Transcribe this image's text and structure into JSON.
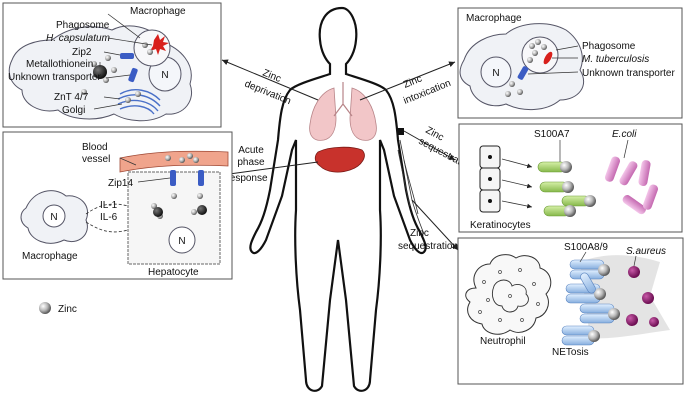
{
  "panels": {
    "macrophage_deprivation": {
      "title": "Macrophage",
      "phagosome": "Phagosome",
      "pathogen": "H. capsulatum",
      "zip2": "Zip2",
      "metallothionein": "Metallothionein",
      "unknown_transporter": "Unknown transporter",
      "znt": "ZnT 4/7",
      "golgi": "Golgi",
      "nucleus": "N"
    },
    "macrophage_intoxication": {
      "title": "Macrophage",
      "phagosome": "Phagosome",
      "pathogen": "M. tuberculosis",
      "unknown_transporter": "Unknown transporter",
      "nucleus": "N"
    },
    "hepatocyte": {
      "blood_vessel_line1": "Blood",
      "blood_vessel_line2": "vessel",
      "zip14": "Zip14",
      "il1": "IL-1",
      "il6": "IL-6",
      "macrophage": "Macrophage",
      "hepatocyte": "Hepatocyte",
      "nucleus_macrophage": "N",
      "nucleus_hepatocyte": "N"
    },
    "keratinocytes": {
      "protein": "S100A7",
      "bacteria": "E.coli",
      "cells": "Keratinocytes"
    },
    "neutrophil": {
      "protein": "S100A8/9",
      "bacteria": "S.aureus",
      "neutrophil": "Neutrophil",
      "netosis": "NETosis"
    }
  },
  "arrows": {
    "zinc_deprivation": {
      "line1": "Zinc",
      "line2": "deprivation"
    },
    "zinc_intoxication": {
      "line1": "Zinc",
      "line2": "intoxication"
    },
    "zinc_sequestration_skin": {
      "line1": "Zinc",
      "line2": "sequestration"
    },
    "acute_phase": {
      "line1": "Acute",
      "line2": "phase",
      "line3": "response"
    },
    "zinc_sequestration_neutrophil": {
      "line1": "Zinc",
      "line2": "sequestration"
    }
  },
  "legend": {
    "zinc": "Zinc"
  },
  "colors": {
    "transporter_blue": "#3b5cc4",
    "lung_pink": "#f2c6c8",
    "liver_red": "#c8322c",
    "blood_vessel": "#f0a48c",
    "s100a7_green": "#a9d46a",
    "ecoli_pink": "#d98ac8",
    "s100a89_blue": "#a8c8ec",
    "saureus_purple": "#8a1c6c",
    "pathogen_red": "#d8201c"
  }
}
